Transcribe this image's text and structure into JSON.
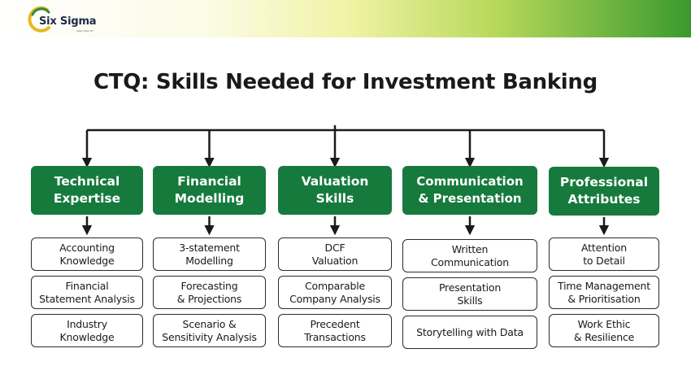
{
  "header": {
    "logo_text": "Six Sigma",
    "logo_subtext": "Learn Earn Fit"
  },
  "title": "CTQ: Skills Needed for Investment Banking",
  "colors": {
    "category_fill": "#157a3c",
    "connector": "#1a1a1a",
    "item_border": "#2b2b2b"
  },
  "categories": [
    {
      "label": "Technical\nExpertise",
      "items": [
        "Accounting\nKnowledge",
        "Financial\nStatement Analysis",
        "Industry\nKnowledge"
      ]
    },
    {
      "label": "Financial\nModelling",
      "items": [
        "3-statement\nModelling",
        "Forecasting\n& Projections",
        "Scenario &\nSensitivity Analysis"
      ]
    },
    {
      "label": "Valuation\nSkills",
      "items": [
        "DCF\nValuation",
        "Comparable\nCompany Analysis",
        "Precedent\nTransactions"
      ]
    },
    {
      "label": "Communication\n& Presentation",
      "items": [
        "Written\nCommunication",
        "Presentation\nSkills",
        "Storytelling with Data"
      ]
    },
    {
      "label": "Professional\nAttributes",
      "items": [
        "Attention\nto Detail",
        "Time Management\n& Prioritisation",
        "Work Ethic\n& Resilience"
      ]
    }
  ]
}
